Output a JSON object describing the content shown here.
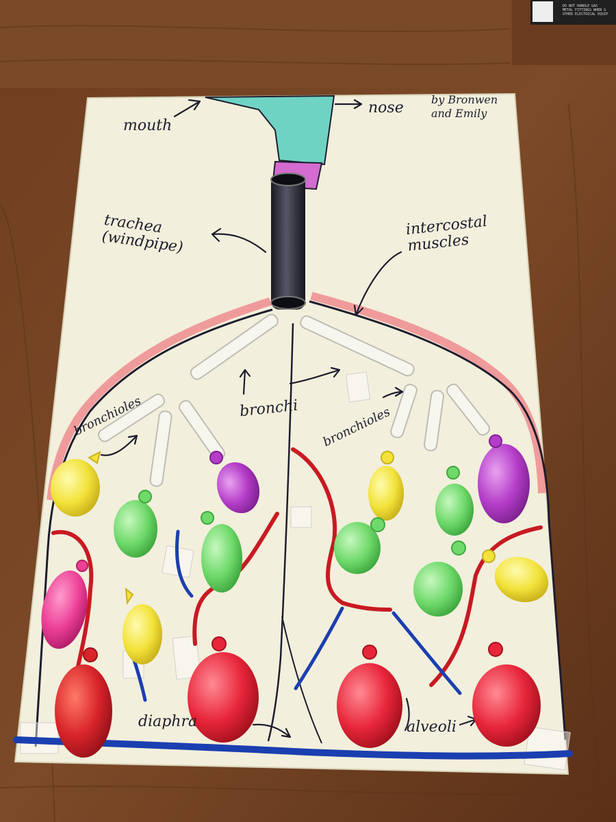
{
  "labels": {
    "mouth": "mouth",
    "nose": "nose",
    "credit": "by Bronwen\nand Emily",
    "trachea": "trachea\n(windpipe)",
    "intercostal": "intercostal\nmuscles",
    "bronchi": "bronchi",
    "bronchioles_left": "bronchioles",
    "bronchioles_right": "bronchioles",
    "diaphragm": "diaphra",
    "alveoli": "alveoli"
  },
  "background_box_text": "DO NOT HANDLE GAS\nMETAL FITTINGS WHEN G\nOTHER ELECTRICAL EQUIP",
  "colors": {
    "table": "#6b3f22",
    "paper": "#f2efdc",
    "airway": "#6fd3c4",
    "throat": "#d46bd0",
    "muscle": "#ef9b9b",
    "yarn_red": "#c81a22",
    "yarn_blue": "#1b3fb0",
    "balloon_yellow": "#f2e23a",
    "balloon_green": "#6fd96a",
    "balloon_purple": "#b43cc8",
    "balloon_pink": "#ec3f96",
    "balloon_red": "#e8263a",
    "balloon_red_dark": "#d8242a"
  }
}
